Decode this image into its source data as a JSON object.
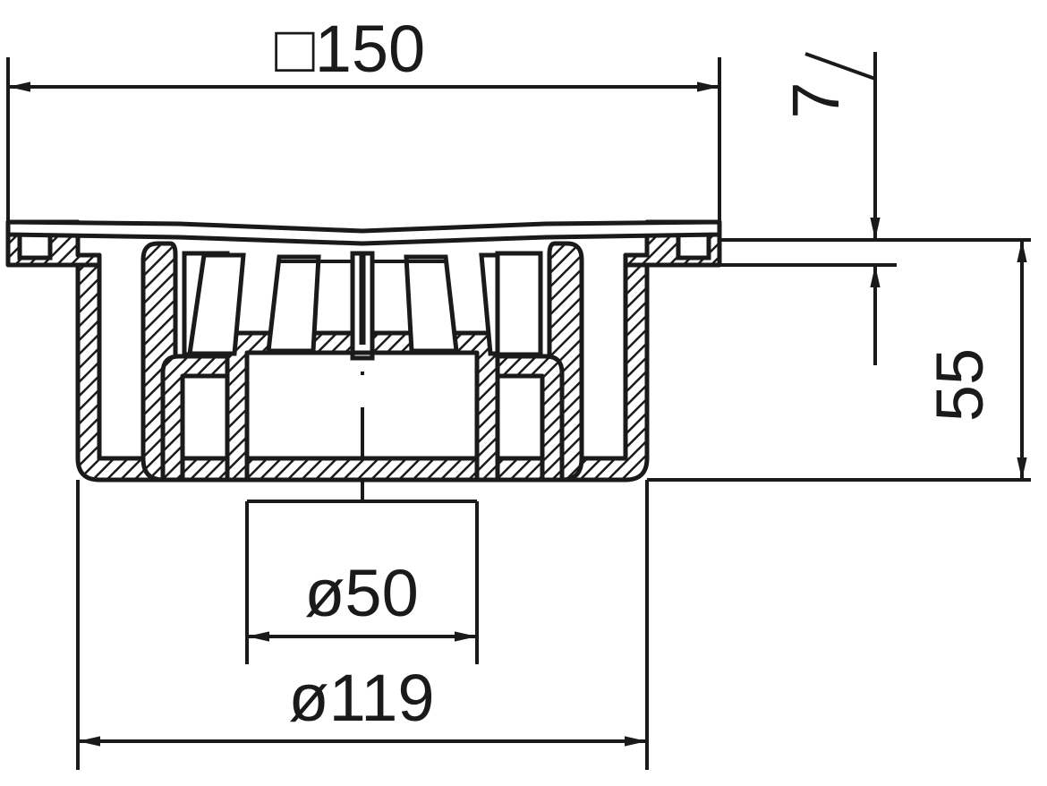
{
  "drawing": {
    "type": "technical-cross-section",
    "subject": "floor drain / gully cross-section",
    "units": "mm",
    "line_color": "#1a1a1a",
    "background_color": "#ffffff"
  },
  "dimensions": {
    "top_width": {
      "label": "□150",
      "value": 150,
      "symbol": "square",
      "orientation": "horizontal",
      "position": "top"
    },
    "cover_thickness": {
      "label": "7",
      "value": 7,
      "symbol": "none",
      "orientation": "vertical-rotated",
      "position": "right-upper"
    },
    "body_height": {
      "label": "55",
      "value": 55,
      "symbol": "none",
      "orientation": "vertical-rotated",
      "position": "right-lower"
    },
    "outlet_diameter": {
      "label": "ø50",
      "value": 50,
      "symbol": "diameter",
      "orientation": "horizontal",
      "position": "bottom-inner"
    },
    "body_diameter": {
      "label": "ø119",
      "value": 119,
      "symbol": "diameter",
      "orientation": "horizontal",
      "position": "bottom-outer"
    }
  },
  "labels": [
    "□150",
    "7",
    "55",
    "ø50",
    "ø119"
  ]
}
